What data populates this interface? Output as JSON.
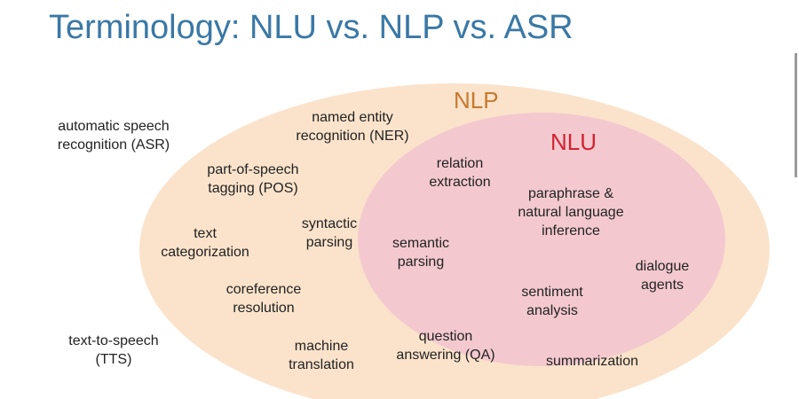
{
  "title": "Terminology: NLU vs. NLP vs. ASR",
  "sets": {
    "nlp": {
      "label": "NLP",
      "color": "#c8782e",
      "fill": "#fbe3cb"
    },
    "nlu": {
      "label": "NLU",
      "color": "#d22331",
      "fill": "#f3c9cf"
    }
  },
  "outside_terms": [
    "automatic speech\nrecognition (ASR)",
    "text-to-speech\n(TTS)"
  ],
  "nlp_terms": [
    "named entity\nrecognition (NER)",
    "part-of-speech\ntagging (POS)",
    "text\ncategorization",
    "syntactic\nparsing",
    "coreference\nresolution",
    "machine\ntranslation"
  ],
  "nlu_terms": [
    "relation\nextraction",
    "paraphrase &\nnatural language\ninference",
    "semantic\nparsing",
    "dialogue\nagents",
    "sentiment\nanalysis",
    "question\nanswering (QA)",
    "summarization"
  ]
}
